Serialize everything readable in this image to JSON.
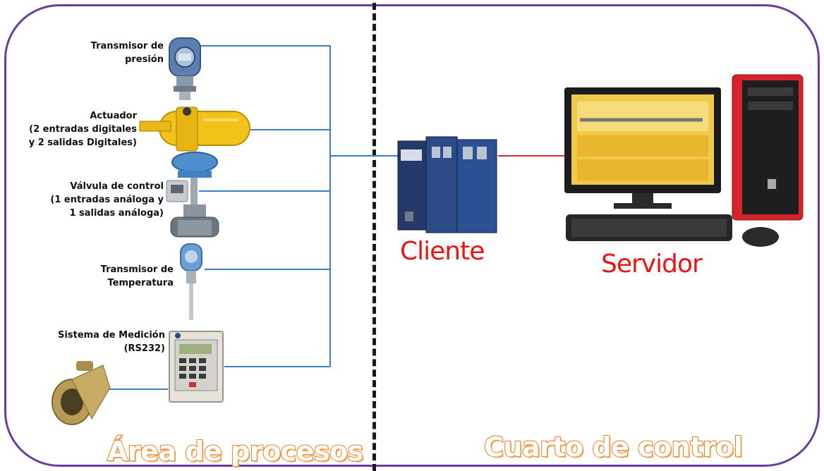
{
  "devices": {
    "pressure": "Transmisor de\npresión",
    "actuator": "Actuador\n(2 entradas digitales\ny 2 salidas Digitales)",
    "valve": "Válvula de control\n(1 entradas análoga y\n1 salidas análoga)",
    "temperature": "Transmisor de\nTemperatura",
    "measurement": "Sistema de Medición\n(RS232)"
  },
  "client_label": "Cliente",
  "server_label": "Servidor",
  "zones": {
    "process": "Área de procesos",
    "control": "Cuarto de control"
  },
  "colors": {
    "frame": "#6a3f99",
    "wire_blue": "#3e7ec8",
    "wire_red": "#d22b2b",
    "client_text": "#ea1414",
    "zone_text": "#ed7a1c"
  }
}
